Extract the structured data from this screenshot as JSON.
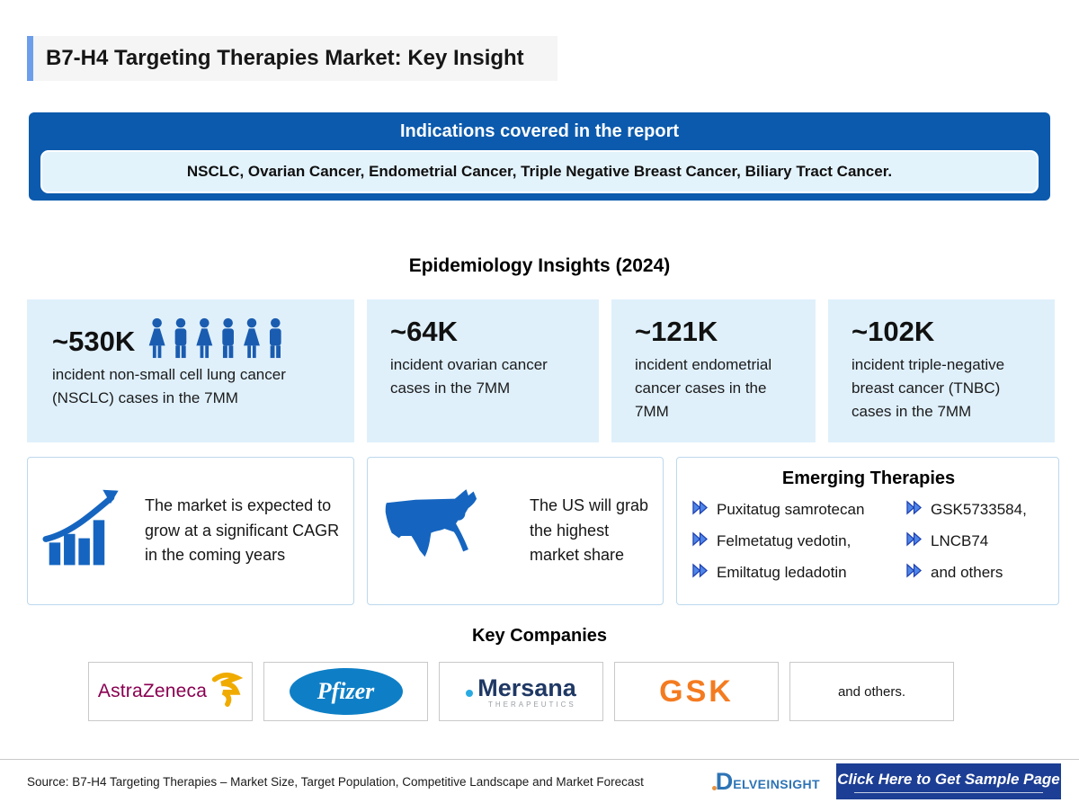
{
  "page": {
    "title": "B7-H4 Targeting Therapies Market: Key Insight"
  },
  "banner": {
    "title": "Indications covered in the report",
    "indications": "NSCLC, Ovarian Cancer, Endometrial Cancer, Triple Negative Breast Cancer, Biliary Tract Cancer."
  },
  "epidemiology": {
    "heading": "Epidemiology Insights (2024)",
    "stats": [
      {
        "value": "~530K",
        "description": "incident non-small cell lung cancer (NSCLC) cases in the 7MM"
      },
      {
        "value": "~64K",
        "description": "incident ovarian cancer cases in the 7MM"
      },
      {
        "value": "~121K",
        "description": "incident endometrial cancer cases in the 7MM"
      },
      {
        "value": "~102K",
        "description": "incident triple-negative breast cancer (TNBC) cases in the 7MM"
      }
    ]
  },
  "highlights": {
    "market_growth": "The market is expected to grow at a significant CAGR in the coming years",
    "market_share": "The US will grab the highest market share"
  },
  "emerging_therapies": {
    "heading": "Emerging Therapies",
    "column_left": [
      "Puxitatug samrotecan",
      "Felmetatug vedotin,",
      "Emiltatug ledadotin"
    ],
    "column_right": [
      "GSK5733584,",
      "LNCB74",
      "and others"
    ]
  },
  "key_companies": {
    "heading": "Key Companies",
    "astrazeneca": "AstraZeneca",
    "pfizer": "Pfizer",
    "mersana": "Mersana",
    "mersana_sub": "THERAPEUTICS",
    "gsk": "GSK",
    "others": "and others."
  },
  "footer": {
    "source": "Source: B7-H4 Targeting Therapies – Market Size, Target Population, Competitive Landscape and Market Forecast",
    "logo_d": "D",
    "logo_rest": "ELVEINSIGHT",
    "button_label": "Click Here to Get Sample Page"
  },
  "colors": {
    "banner_blue": "#0b5aad",
    "stat_card_light_blue": "#dff0fb",
    "icon_blue": "#1565c0",
    "title_accent_blue": "#6d9eeb",
    "button_navy": "#1c3e94",
    "astrazeneca_mulberry": "#8a0051",
    "astrazeneca_gold": "#f0ab00",
    "pfizer_blue": "#0e7fc6",
    "mersana_navy": "#1f3864",
    "mersana_cyan": "#29abe2",
    "gsk_orange": "#f47b20",
    "delveinsight_blue": "#2d74b5"
  }
}
